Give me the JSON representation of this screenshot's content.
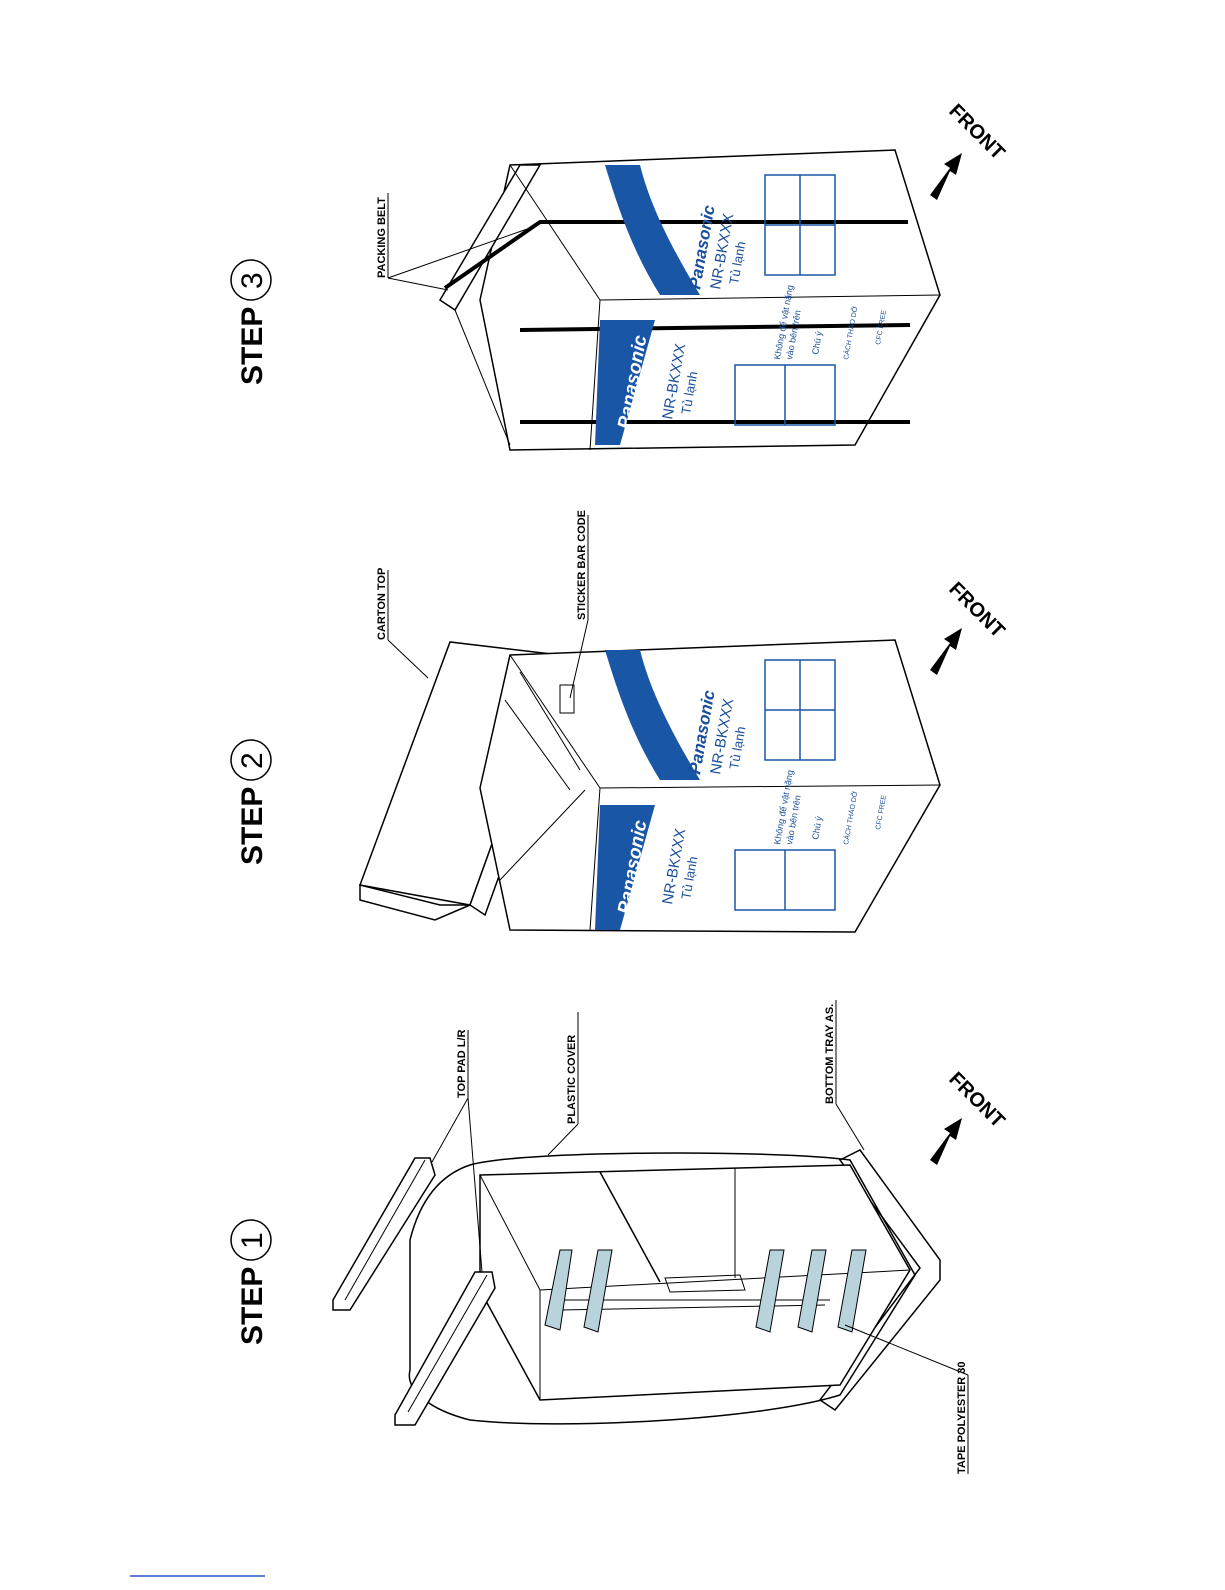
{
  "steps": [
    {
      "label": "STEP",
      "number": "1"
    },
    {
      "label": "STEP",
      "number": "2"
    },
    {
      "label": "STEP",
      "number": "3"
    }
  ],
  "callouts": {
    "top_pad": "TOP PAD L/R",
    "plastic_cover": "PLASTIC COVER",
    "bottom_tray": "BOTTOM TRAY AS.",
    "tape": "TAPE POLYESTER 30",
    "carton_top": "CARTON TOP",
    "sticker": "STICKER BAR CODE",
    "packing_belt": "PACKING BELT"
  },
  "front_label": "FRONT",
  "carton": {
    "brand": "Panasonic",
    "model": "NR-BKXXX",
    "product": "Tủ lạnh",
    "warning": "Không để vật nặng",
    "warning2": "vào bên trên",
    "caution": "Chú ý",
    "instructions": "CÁCH THÁO DỠ",
    "cfc": "CFC FREE"
  },
  "colors": {
    "brand_blue": "#1a56a6",
    "tape": "#b9d3dc"
  }
}
